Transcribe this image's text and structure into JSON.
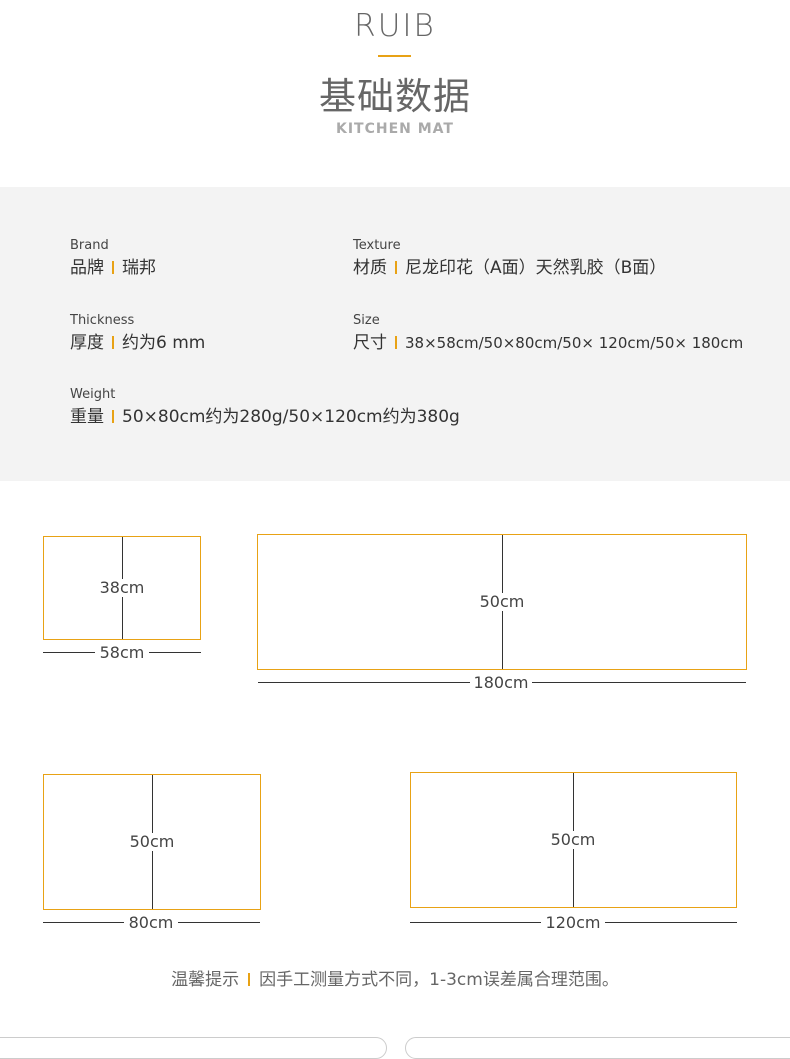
{
  "header": {
    "brand": "RUIB",
    "title": "基础数据",
    "subtitle": "KITCHEN MAT",
    "accent_color": "#e8a215"
  },
  "specs": {
    "brand": {
      "en": "Brand",
      "label": "品牌",
      "value": "瑞邦"
    },
    "texture": {
      "en": "Texture",
      "label": "材质",
      "value": "尼龙印花（A面）天然乳胶（B面）"
    },
    "thickness": {
      "en": "Thickness",
      "label": "厚度",
      "value": "约为6 mm"
    },
    "size": {
      "en": "Size",
      "label": "尺寸",
      "value": "38×58cm/50×80cm/50× 120cm/50× 180cm"
    },
    "weight": {
      "en": "Weight",
      "label": "重量",
      "value": "50×80cm约为280g/50×120cm约为380g"
    }
  },
  "diagrams": {
    "d1": {
      "height": "38cm",
      "width": "58cm"
    },
    "d2": {
      "height": "50cm",
      "width": "180cm"
    },
    "d3": {
      "height": "50cm",
      "width": "80cm"
    },
    "d4": {
      "height": "50cm",
      "width": "120cm"
    }
  },
  "note": {
    "label": "温馨提示",
    "text": "因手工测量方式不同，1-3cm误差属合理范围。"
  }
}
